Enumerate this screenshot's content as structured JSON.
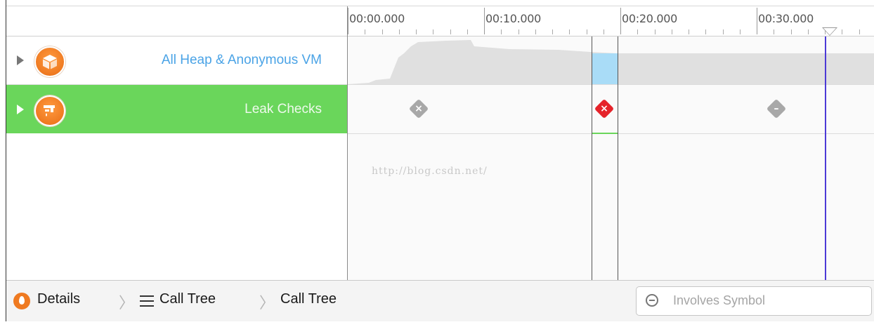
{
  "tracks": [
    {
      "label": "All Heap & Anonymous VM",
      "icon": "heap-cube-icon"
    },
    {
      "label": "Leak Checks",
      "icon": "leaks-icon"
    }
  ],
  "ruler": {
    "labels": [
      "00:00.000",
      "00:10.000",
      "00:20.000",
      "00:30.000"
    ]
  },
  "markers": [
    {
      "status": "no-leaks",
      "symbol": "×",
      "color": "#a8a8a8"
    },
    {
      "status": "leaks-found",
      "symbol": "×",
      "color": "#e5232a"
    },
    {
      "status": "pending",
      "symbol": "–",
      "color": "#a8a8a8"
    }
  ],
  "watermark": "http://blog.csdn.net/",
  "breadcrumb": {
    "details": "Details",
    "call_tree_1": "Call Tree",
    "call_tree_2": "Call Tree",
    "separator": "〉"
  },
  "search": {
    "placeholder": "Involves Symbol",
    "value": ""
  },
  "colors": {
    "accent_green": "#6ad65b",
    "instrument_orange": "#ef7a21",
    "selection_blue": "#a9dcf7",
    "playhead": "#4c3ad6",
    "label_blue": "#4aa3e6"
  }
}
